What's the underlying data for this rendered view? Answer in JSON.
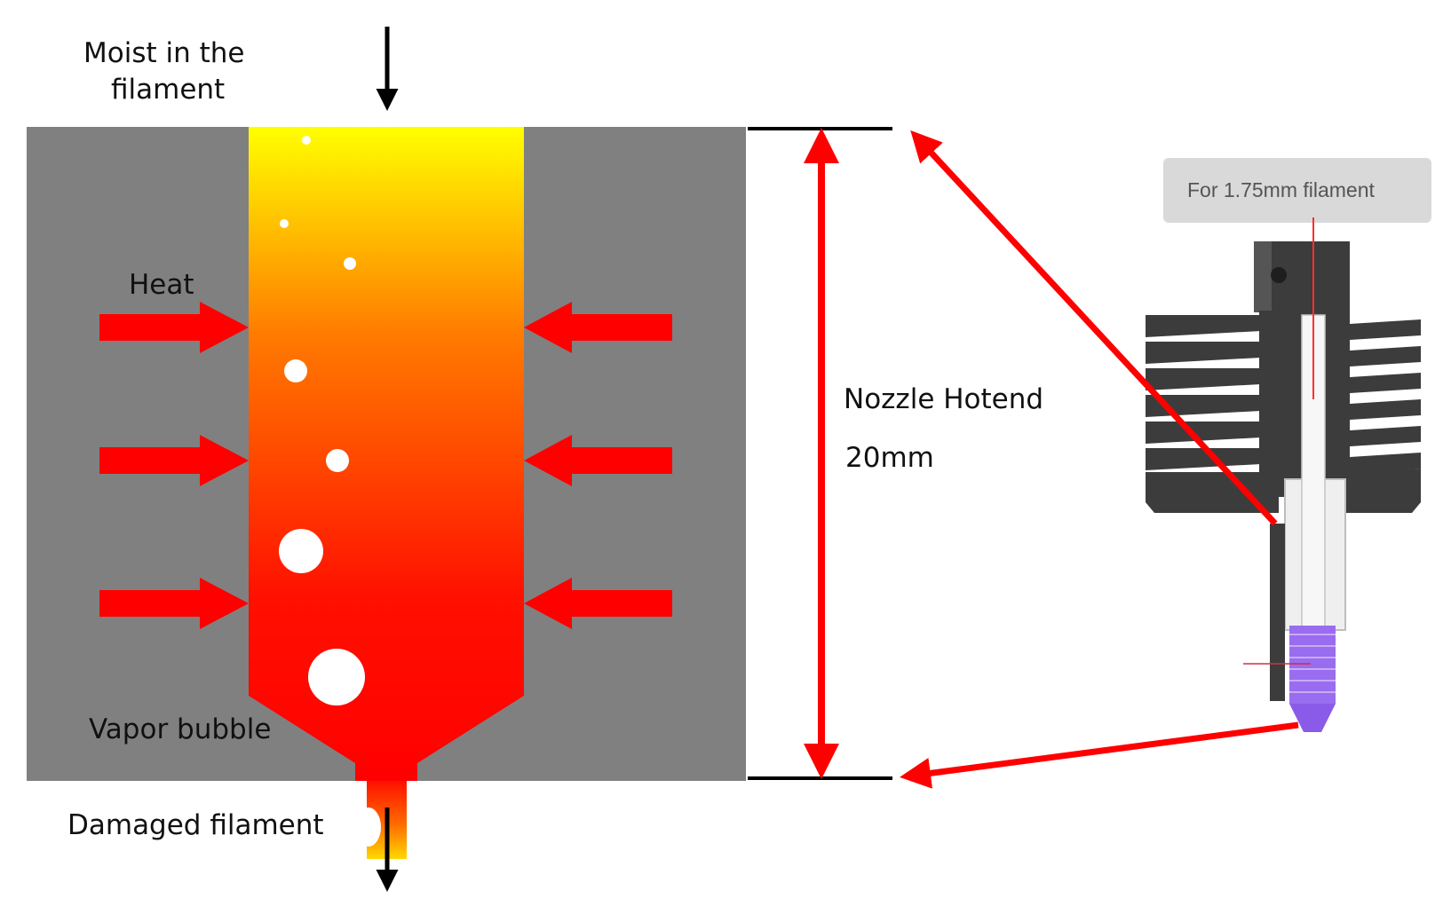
{
  "labels": {
    "moist_line1": "Moist in the",
    "moist_line2": "filament",
    "heat": "Heat",
    "vapor_bubble": "Vapor bubble",
    "damaged_filament": "Damaged filament",
    "nozzle_hotend": "Nozzle Hotend",
    "length": "20mm",
    "filament_size_tag": "For 1.75mm filament"
  },
  "colors": {
    "block_gray": "#808080",
    "heat_arrow": "#ff0000",
    "melt_top": "#ffff00",
    "melt_mid": "#ff8000",
    "melt_bottom": "#ff0000",
    "heatsink": "#3c3c3c",
    "nozzle_tip": "#9a6cf0",
    "tag_bg": "#d9d9d9"
  }
}
